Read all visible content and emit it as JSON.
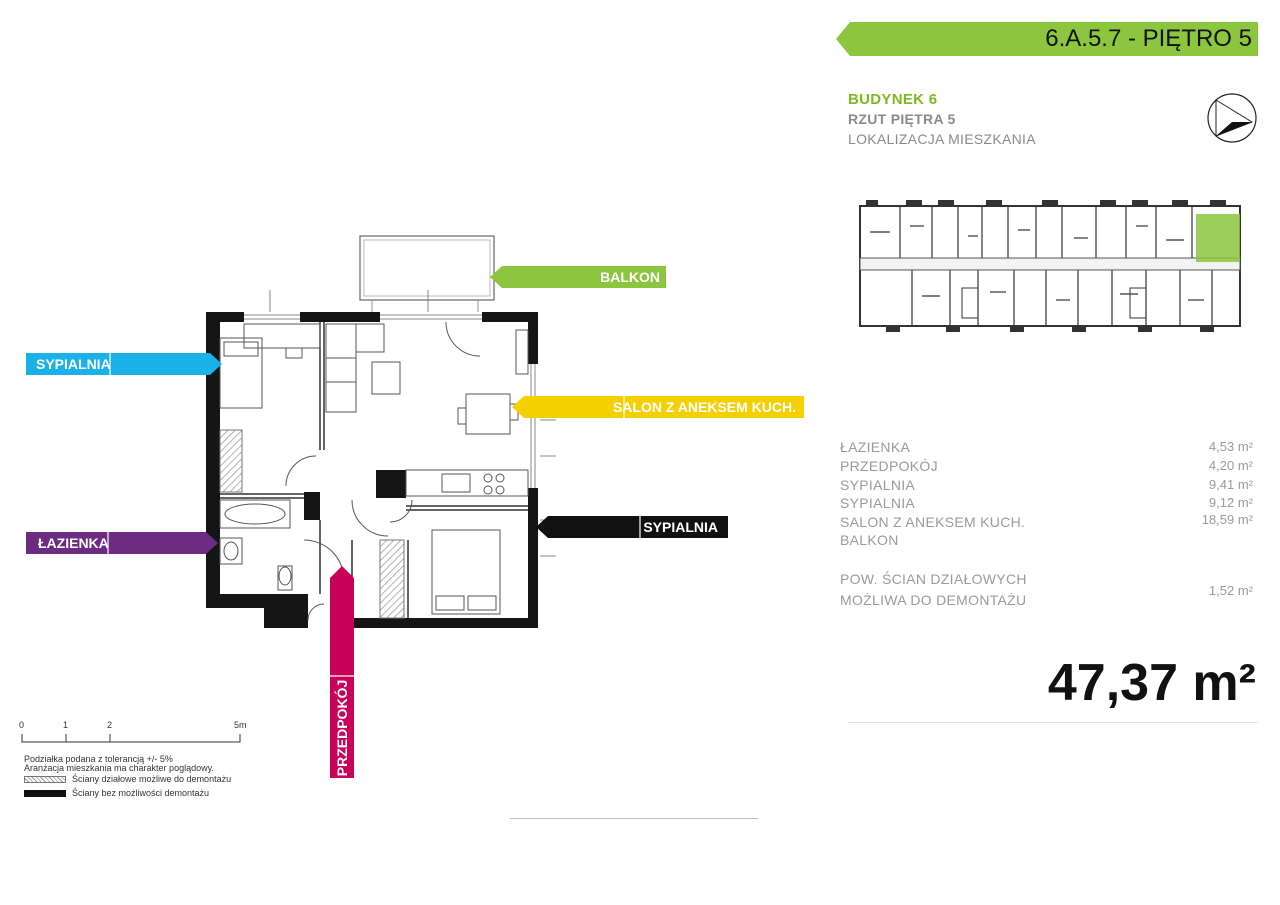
{
  "header": {
    "title": "6.A.5.7 - PIĘTRO 5",
    "accent_color": "#8cc63f"
  },
  "building": {
    "title": "BUDYNEK 6",
    "floor": "RZUT PIĘTRA 5",
    "location_label": "LOKALIZACJA MIESZKANIA"
  },
  "icons": {
    "compass": "compass-north-arrow-icon"
  },
  "rooms": [
    {
      "name": "ŁAZIENKA",
      "area": "4,53 m²"
    },
    {
      "name": "PRZEDPOKÓJ",
      "area": "4,20 m²"
    },
    {
      "name": "SYPIALNIA",
      "area": "9,41 m²"
    },
    {
      "name": "SYPIALNIA",
      "area": "9,12 m²"
    },
    {
      "name": "SALON Z ANEKSEM KUCH.",
      "area": "18,59 m²"
    },
    {
      "name": "BALKON",
      "area": ""
    }
  ],
  "partition": {
    "label_line1": "POW. ŚCIAN DZIAŁOWYCH",
    "label_line2": "MOŻLIWA DO DEMONTAŻU",
    "area": "1,52 m²"
  },
  "total_area": "47,37 m²",
  "plan_labels": {
    "balkon": {
      "text": "BALKON",
      "color": "#8cc63f"
    },
    "sypialnia_left": {
      "text": "SYPIALNIA",
      "color": "#1ab0e8"
    },
    "salon": {
      "text": "SALON Z ANEKSEM KUCH.",
      "color": "#f5d000"
    },
    "lazienka": {
      "text": "ŁAZIENKA",
      "color": "#6b2c82"
    },
    "sypialnia_right": {
      "text": "SYPIALNIA",
      "color": "#111111"
    },
    "przedpokoj": {
      "text": "PRZEDPOKÓJ",
      "color": "#c8005a"
    }
  },
  "scale": {
    "ticks": [
      "0",
      "1",
      "2",
      "5m"
    ]
  },
  "notes": {
    "tolerance": "Podziałka podana z tolerancją +/- 5%",
    "arrangement": "Aranżacja mieszkania ma charakter poglądowy.",
    "legend_removable": "Ściany działowe możliwe do demontażu",
    "legend_permanent": "Ściany bez możliwości demontażu"
  }
}
